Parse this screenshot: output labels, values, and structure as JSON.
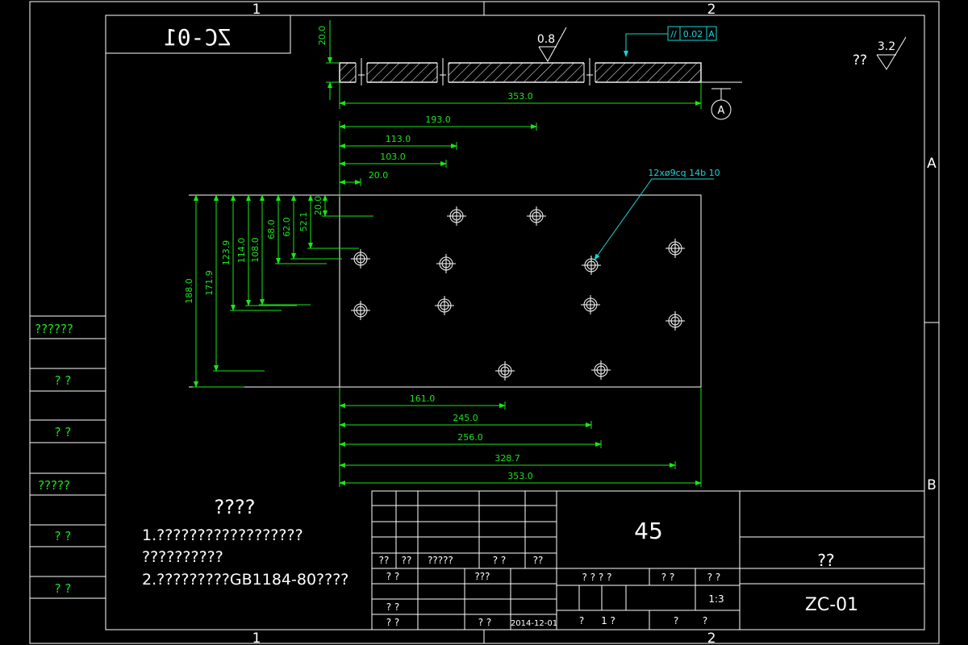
{
  "colors": {
    "background": "#000000",
    "lines": "#ffffff",
    "dimensions": "#19e619",
    "leaders": "#19d4d4"
  },
  "frame": {
    "zone_top": [
      "1",
      "2"
    ],
    "zone_bottom": [
      "1",
      "2"
    ],
    "zone_right": [
      "A",
      "B"
    ]
  },
  "code_box": {
    "text": "ZC-01"
  },
  "roughness_overall": {
    "prefix": "??",
    "value": "3.2"
  },
  "roughness_top": {
    "value": "0.8"
  },
  "tolerance_frame": {
    "symbol": "//",
    "value": "0.02",
    "datum": "A"
  },
  "datum_marker": "A",
  "dimensions": {
    "thickness": "20.0",
    "length_top_view": "353.0",
    "horizontal_top": [
      "193.0",
      "113.0",
      "103.0",
      "20.0"
    ],
    "horizontal_bottom": [
      "161.0",
      "245.0",
      "256.0",
      "328.7",
      "353.0"
    ],
    "vertical": [
      "188.0",
      "171.9",
      "123.9",
      "114.0",
      "108.0",
      "68.0",
      "62.0",
      "52.1",
      "20.0"
    ]
  },
  "hole_callout": "12xø9cq 14b 10",
  "left_column_labels": [
    "??????",
    "? ?",
    "? ?",
    "?????",
    "? ?",
    "? ?"
  ],
  "notes": {
    "title": "????",
    "lines": [
      "1.??????????????????",
      "??????????",
      "2.?????????GB1184-80????"
    ]
  },
  "title_block": {
    "material": "45",
    "part_name": "??",
    "drawing_no": "ZC-01",
    "revision_headers": [
      "??",
      "??",
      "?????",
      "? ?",
      "??"
    ],
    "sign_rows": [
      "? ?",
      "???",
      "? ?",
      "? ?"
    ],
    "stage_headers": [
      "? ? ? ?",
      "? ?",
      "? ?"
    ],
    "scale": "1:3",
    "sheet_info": [
      "?",
      "1 ?",
      "?",
      "?"
    ],
    "designer_label": "? ?",
    "date": "2014-12-01"
  }
}
